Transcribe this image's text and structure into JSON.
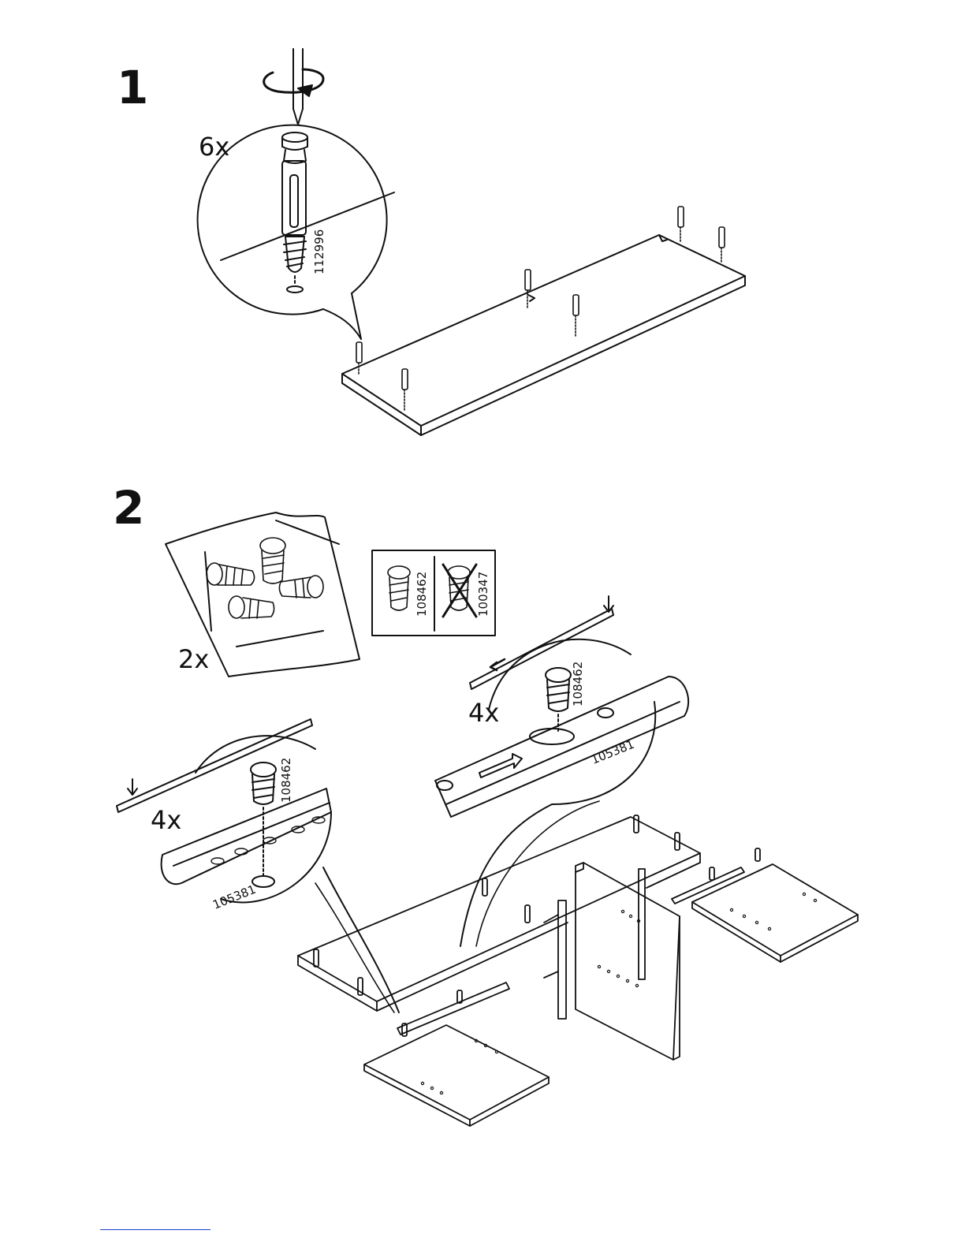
{
  "steps": [
    {
      "number": "1",
      "screw_quantity": "6x",
      "screw_part_number": "112996"
    },
    {
      "number": "2",
      "bag_quantity": "2x",
      "correct_part_number": "108462",
      "wrong_part_number": "100347",
      "detail_right": {
        "quantity": "4x",
        "part_number": "108462",
        "rail_part_number": "105381"
      },
      "detail_left": {
        "quantity": "4x",
        "part_number": "108462",
        "rail_part_number": "105381"
      }
    }
  ],
  "colors": {
    "line": "#111111",
    "footer_link": "#1a3fcc"
  }
}
